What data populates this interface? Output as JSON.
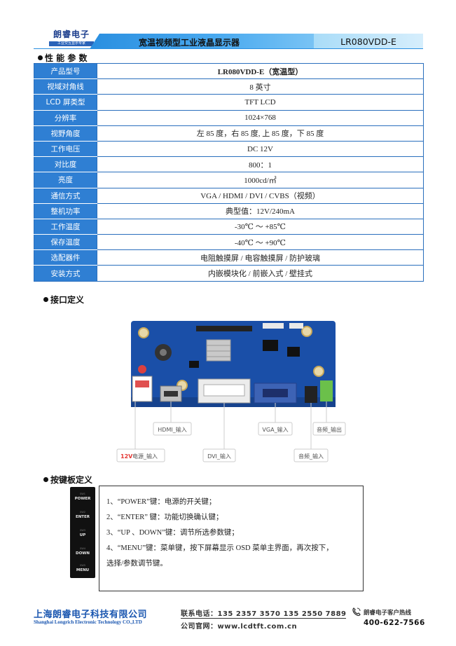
{
  "header": {
    "logo_text": "朗睿电子",
    "logo_sub": "工业交互显示专家",
    "title": "宽温视频型工业液晶显示器",
    "model": "LR080VDD-E"
  },
  "spec_section": {
    "title": "性 能 参 数",
    "rows": [
      {
        "label": "产品型号",
        "value": "LR080VDD-E（宽温型）"
      },
      {
        "label": "视域对角线",
        "value": "8 英寸"
      },
      {
        "label": "LCD 屏类型",
        "value": "TFT LCD"
      },
      {
        "label": "分辨率",
        "value": "1024×768"
      },
      {
        "label": "视野角度",
        "value": "左 85 度，右 85 度, 上 85 度，下 85 度"
      },
      {
        "label": "工作电压",
        "value": "DC 12V"
      },
      {
        "label": "对比度",
        "value": "800：1"
      },
      {
        "label": "亮度",
        "value": "1000cd/㎡"
      },
      {
        "label": "通信方式",
        "value": "VGA / HDMI / DVI / CVBS（视频）"
      },
      {
        "label": "整机功率",
        "value": "典型值：12V/240mA"
      },
      {
        "label": "工作温度",
        "value": "-30℃  ～  +85℃"
      },
      {
        "label": "保存温度",
        "value": "-40℃  ～  +90℃"
      },
      {
        "label": "选配器件",
        "value": "电阻触摸屏  /  电容触摸屏  /  防护玻璃"
      },
      {
        "label": "安装方式",
        "value": "内嵌模块化  /  前嵌入式  /  壁挂式"
      }
    ]
  },
  "interface_section": {
    "title": "接口定义",
    "callouts": {
      "hdmi": "HDMI_输入",
      "power_prefix": "12V",
      "power": "电源_输入",
      "dvi": "DVI_输入",
      "vga": "VGA_输入",
      "audio_out": "音频_输出",
      "audio_in": "音频_输入"
    }
  },
  "keypad_section": {
    "title": "按键板定义",
    "keys": [
      "POWER",
      "ENTER",
      "UP",
      "DOWN",
      "MENU"
    ],
    "descriptions": [
      "1、“POWER”键：电源的开关键；",
      "2、“ENTER” 键：功能切换确认键；",
      "3、“UP 、DOWN”键：调节所选参数键；",
      "4、“MENU”键：菜单键，按下屏幕显示 OSD 菜单主界面，再次按下，",
      "选择/参数调节键。"
    ]
  },
  "footer": {
    "company": "上海朗睿电子科技有限公司",
    "company_en": "Shanghai Longrich Electronic Technology CO.,LTD",
    "phone": "联系电话：135 2357 3570  135 2550 7889",
    "website": "公司官网：www.lcdtft.com.cn",
    "hotline_label": "朗睿电子客户热线",
    "hotline": "400-622-7566"
  },
  "colors": {
    "accent": "#2f7fd3",
    "border": "#2a6fbd",
    "footer_blue": "#1a56b0",
    "callout_red": "#e53935"
  }
}
